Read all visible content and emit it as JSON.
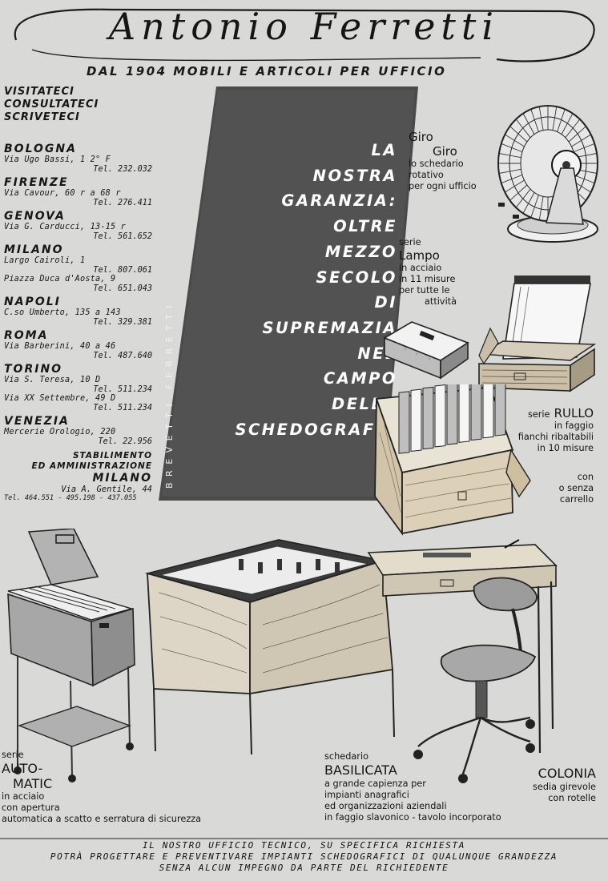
{
  "header": {
    "brand": "Antonio Ferretti",
    "tagline": "DAL 1904 MOBILI E ARTICOLI PER UFFICIO"
  },
  "contact": {
    "visit_lines": [
      "VISITATECI",
      "CONSULTATECI",
      "SCRIVETECI"
    ],
    "branches": [
      {
        "city": "BOLOGNA",
        "lines": [
          {
            "addr": "Via Ugo Bassi, 1 2° F",
            "tel": "Tel. 232.032"
          }
        ]
      },
      {
        "city": "FIRENZE",
        "lines": [
          {
            "addr": "Via Cavour, 60 r a 68 r",
            "tel": "Tel. 276.411"
          }
        ]
      },
      {
        "city": "GENOVA",
        "lines": [
          {
            "addr": "Via G. Carducci, 13-15 r",
            "tel": "Tel. 561.652"
          }
        ]
      },
      {
        "city": "MILANO",
        "lines": [
          {
            "addr": "Largo Cairoli, 1",
            "tel": "Tel. 807.061"
          },
          {
            "addr": "Piazza Duca d'Aosta, 9",
            "tel": "Tel. 651.043"
          }
        ]
      },
      {
        "city": "NAPOLI",
        "lines": [
          {
            "addr": "C.so Umberto, 135 a 143",
            "tel": "Tel. 329.381"
          }
        ]
      },
      {
        "city": "ROMA",
        "lines": [
          {
            "addr": "Via Barberini, 40 a 46",
            "tel": "Tel. 487.640"
          }
        ]
      },
      {
        "city": "TORINO",
        "lines": [
          {
            "addr": "Via S. Teresa, 10 D",
            "tel": "Tel. 511.234"
          },
          {
            "addr": "Via XX Settembre, 49 D",
            "tel": "Tel. 511.234"
          }
        ]
      },
      {
        "city": "VENEZIA",
        "lines": [
          {
            "addr": "Mercerie Orologio, 220",
            "tel": "Tel. 22.956"
          }
        ]
      }
    ],
    "hq": {
      "title_1": "STABILIMENTO",
      "title_2": "ED AMMINISTRAZIONE",
      "city": "MILANO",
      "address": "Via A. Gentile, 44",
      "phones": "Tel. 464.551 - 495.198 - 437.055"
    }
  },
  "banner": {
    "lines": [
      "LA",
      "NOSTRA",
      "GARANZIA:",
      "OLTRE",
      "MEZZO",
      "SECOLO",
      "DI",
      "SUPREMAZIA",
      "NEL",
      "CAMPO",
      "DELLA",
      "SCHEDOGRAFIA"
    ],
    "vertical": "BREVETTI FERRETTI"
  },
  "products": {
    "giro": {
      "name_1": "Giro",
      "name_2": "Giro",
      "desc": [
        "lo schedario",
        "rotativo",
        "per ogni ufficio"
      ]
    },
    "lampo": {
      "series": "serie",
      "name": "Lampo",
      "desc": [
        "in acciaio",
        "in 11 misure",
        "per tutte le",
        "attività"
      ]
    },
    "rullo": {
      "series": "serie",
      "name": "RULLO",
      "desc": [
        "in faggio",
        "fianchi ribaltabili",
        "in 10 misure"
      ],
      "extra": [
        "con",
        "o senza",
        "carrello"
      ]
    },
    "automatic": {
      "series": "serie",
      "name_1": "AUTO-",
      "name_2": "MATIC",
      "desc": [
        "in acciaio",
        "con apertura",
        "automatica a scatto e serratura di sicurezza"
      ]
    },
    "basilicata": {
      "label": "schedario",
      "name": "BASILICATA",
      "desc": [
        "a grande capienza per",
        "impianti anagrafici",
        "ed organizzazioni aziendali",
        "in faggio slavonico - tavolo incorporato"
      ]
    },
    "colonia": {
      "name": "COLONIA",
      "desc": [
        "sedia girevole",
        "con rotelle"
      ]
    }
  },
  "footer": {
    "lines": [
      "IL NOSTRO UFFICIO TECNICO, SU SPECIFICA RICHIESTA",
      "POTRÀ PROGETTARE E PREVENTIVARE IMPIANTI SCHEDOGRAFICI DI QUALUNQUE GRANDEZZA",
      "SENZA ALCUN IMPEGNO DA PARTE DEL RICHIEDENTE"
    ]
  }
}
